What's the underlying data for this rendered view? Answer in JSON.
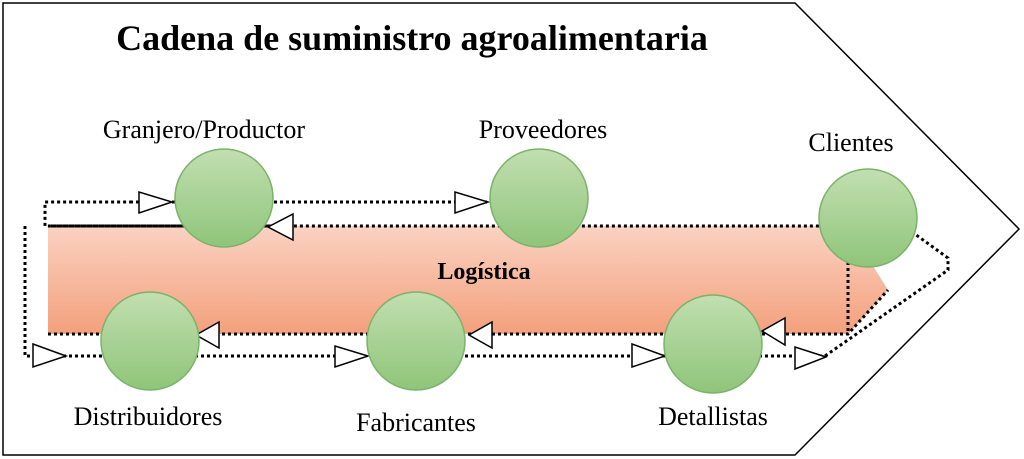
{
  "title": "Cadena de suministro agroalimentaria",
  "center_label": "Logística",
  "nodes": {
    "granjero": "Granjero/Productor",
    "proveedores": "Proveedores",
    "clientes": "Clientes",
    "distribuidores": "Distribuidores",
    "fabricantes": "Fabricantes",
    "detallistas": "Detallistas"
  },
  "colors": {
    "node_fill_top": "#c2dfb0",
    "node_fill_bottom": "#8fc57a",
    "node_stroke": "#7ab36a",
    "logistics_top": "#fbd2c2",
    "logistics_bottom": "#f3a07c",
    "outline": "#000000"
  }
}
